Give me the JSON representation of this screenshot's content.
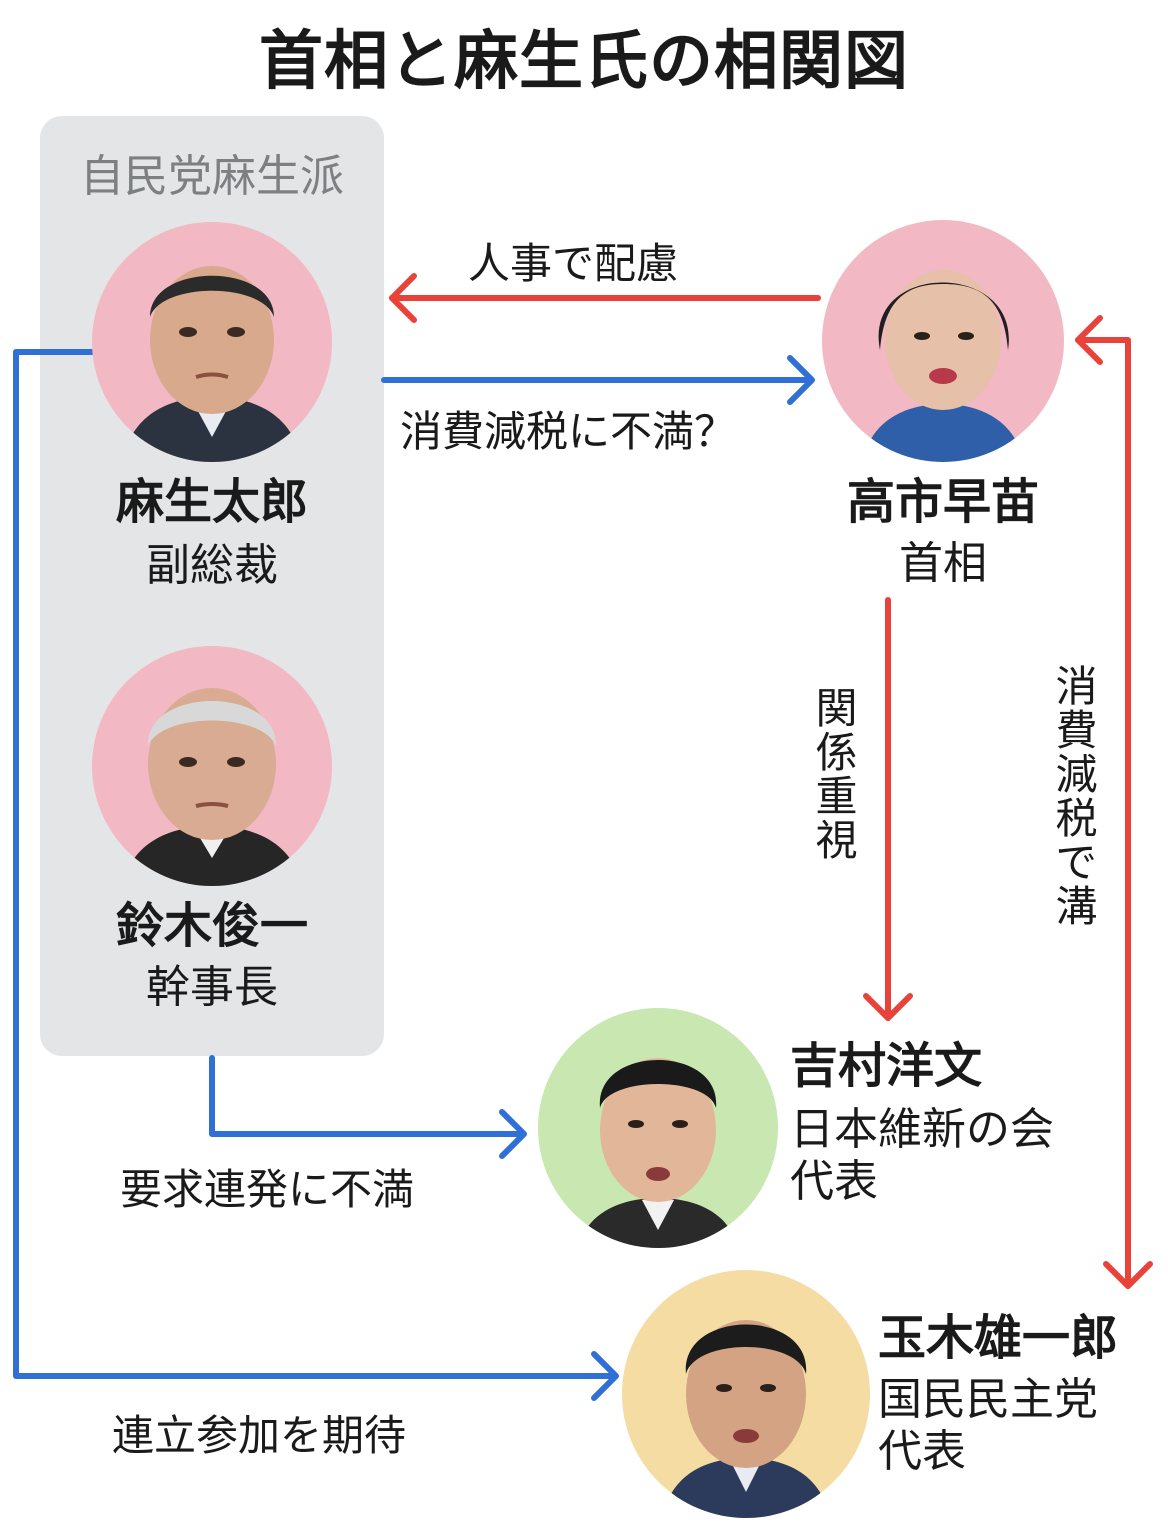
{
  "title": "首相と麻生氏の相関図",
  "colors": {
    "positive_arrow": "#e8423a",
    "negative_arrow": "#2f6fd6",
    "faction_box": "#e3e5e6",
    "ldp_photo_bg": "#f2b8c4",
    "opposition_photo_bg": "#f4dca3",
    "ishin_photo_bg": "#c9e7b0"
  },
  "faction": {
    "label": "自民党麻生派"
  },
  "people": {
    "aso": {
      "name": "麻生太郎",
      "role": "副総裁"
    },
    "suzuki": {
      "name": "鈴木俊一",
      "role": "幹事長"
    },
    "takaichi": {
      "name": "高市早苗",
      "role": "首相"
    },
    "yoshimura": {
      "name": "吉村洋文",
      "role": "日本維新の会\n代表"
    },
    "tamaki": {
      "name": "玉木雄一郎",
      "role": "国民民主党\n代表"
    }
  },
  "relations": {
    "takaichi_to_aso": "人事で配慮",
    "aso_to_takaichi": "消費減税に不満？",
    "takaichi_to_yoshimura": "関係重視",
    "takaichi_tamaki": "消費減税で溝",
    "suzuki_to_yoshimura": "要求連発に不満",
    "aso_to_tamaki": "連立参加を期待"
  }
}
